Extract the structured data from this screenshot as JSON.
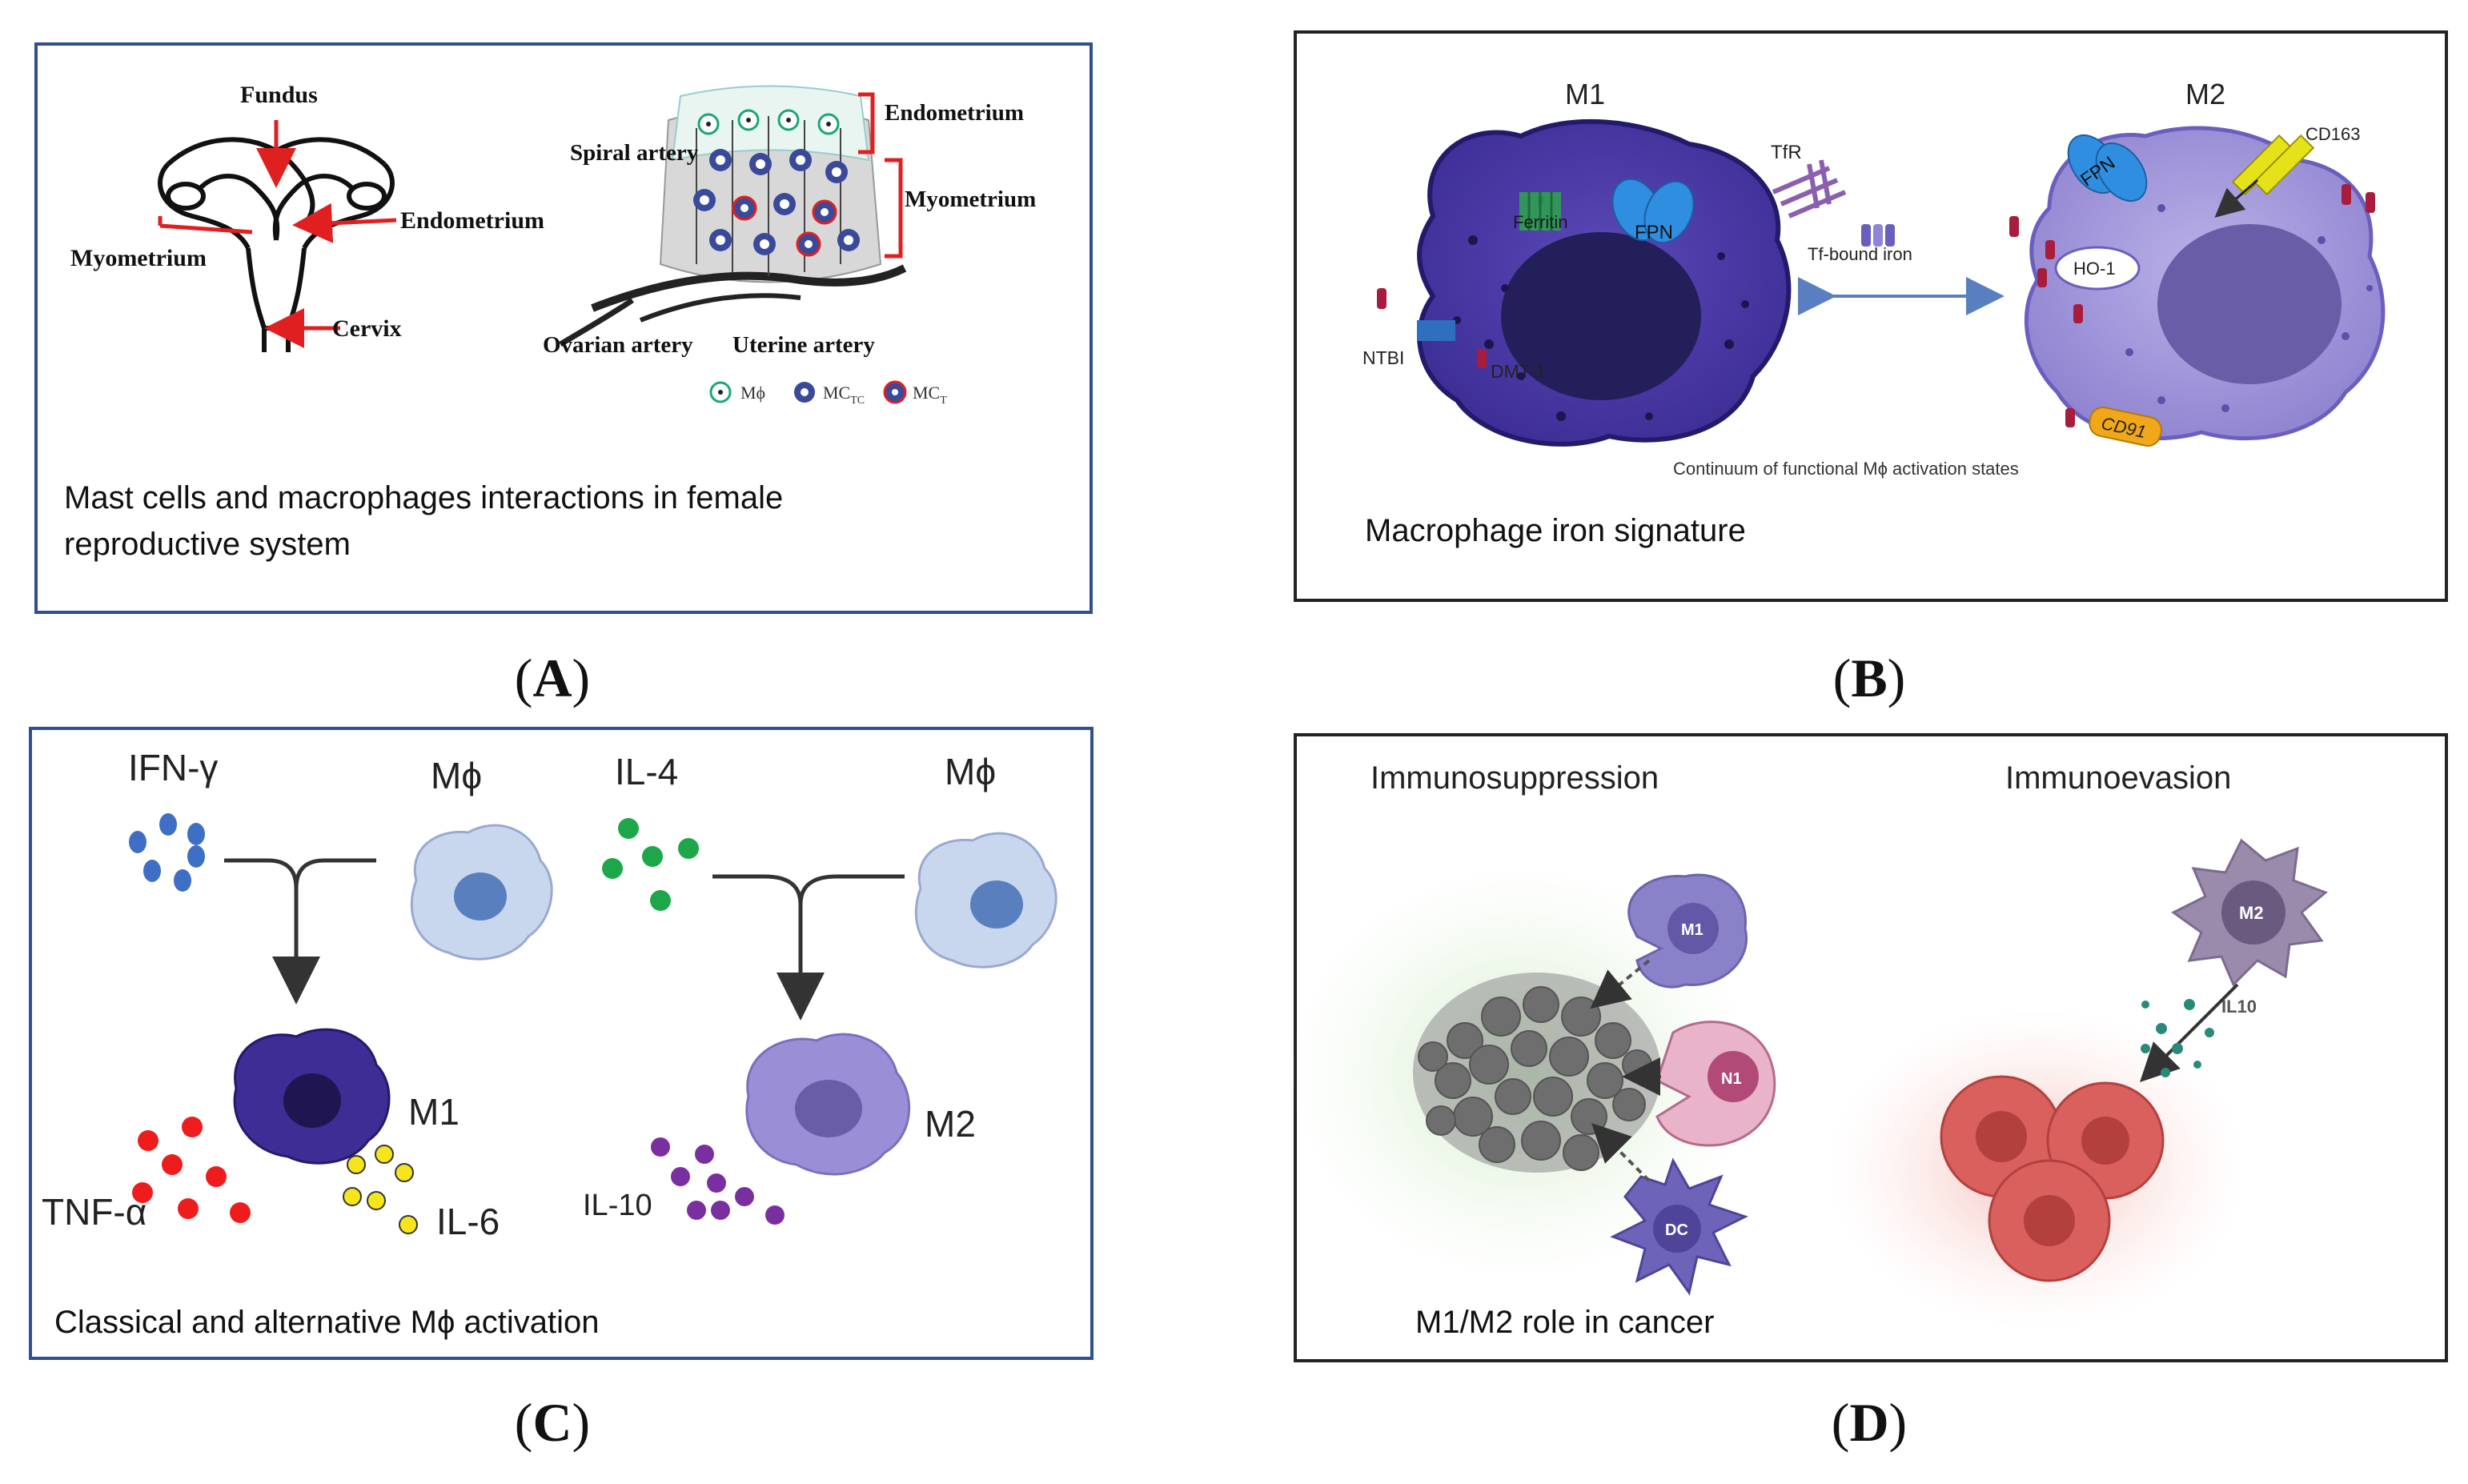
{
  "panels": {
    "A": {
      "letter": "A",
      "caption_line1": "Mast cells and macrophages interactions in female",
      "caption_line2": "reproductive system",
      "labels": {
        "fundus": "Fundus",
        "endometrium_left": "Endometrium",
        "myometrium_left": "Myometrium",
        "cervix": "Cervix",
        "spiral_artery": "Spiral artery",
        "endometrium_right": "Endometrium",
        "myometrium_right": "Myometrium",
        "ovarian_artery": "Ovarian artery",
        "uterine_artery": "Uterine artery"
      },
      "legend": [
        {
          "label": "Mϕ"
        },
        {
          "label": "MC",
          "sub": "TC"
        },
        {
          "label": "MC",
          "sub": "T"
        }
      ]
    },
    "B": {
      "letter": "B",
      "caption": "Macrophage iron signature",
      "labels": {
        "m1": "M1",
        "m2": "M2",
        "ferritin": "Ferritin",
        "fpn_m1": "FPN",
        "fpn_m2": "FPN",
        "tfr": "TfR",
        "tf_bound_iron": "Tf-bound iron",
        "cd163": "CD163",
        "ho1": "HO-1",
        "ntbi": "NTBI",
        "dmt1": "DMT-1",
        "cd91": "CD91",
        "continuum": "Continuum of functional Mϕ activation states"
      }
    },
    "C": {
      "letter": "C",
      "caption": "Classical and alternative Mϕ activation",
      "labels": {
        "ifn_gamma": "IFN-γ",
        "mphi_left": "Mϕ",
        "il4": "IL-4",
        "mphi_right": "Mϕ",
        "m1": "M1",
        "m2": "M2",
        "tnf_alpha": "TNF-α",
        "il6": "IL-6",
        "il10": "IL-10"
      }
    },
    "D": {
      "letter": "D",
      "caption": "M1/M2 role in cancer",
      "labels": {
        "immunosuppression": "Immunosuppression",
        "immunoevasion": "Immunoevasion",
        "m1": "M1",
        "n1": "N1",
        "dc": "DC",
        "m2": "M2",
        "il10": "IL10"
      }
    }
  },
  "colors": {
    "panel_border_blue": "#2f4f8f",
    "panel_border_black": "#222222",
    "m1_purple": "#4b3aa8",
    "m2_lavender": "#9a8fd6",
    "ifn_blue": "#3f6fc4",
    "il4_green": "#1ea64a",
    "tnf_red": "#ee1c1c",
    "il6_yellow": "#f5e51a",
    "il10_purple": "#7a2fa0",
    "tumor_red": "#d9605c"
  }
}
